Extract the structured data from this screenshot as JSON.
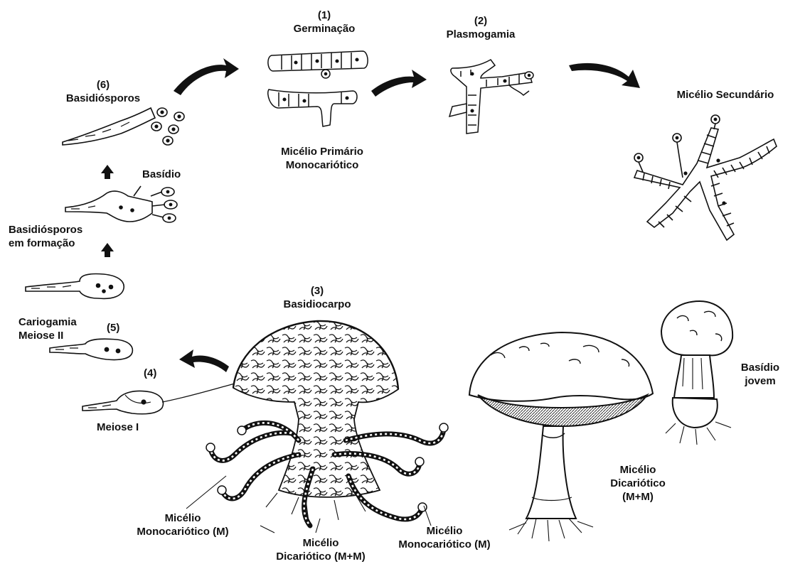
{
  "colors": {
    "ink": "#111111",
    "paper": "#ffffff"
  },
  "labels": {
    "germination_num": "(1)",
    "germination": "Germinação",
    "plasmogamy_num": "(2)",
    "plasmogamy": "Plasmogamia",
    "basidiospores_num": "(6)",
    "basidiospores": "Basidiósporos",
    "primary_mycelium_1": "Micélio Primário",
    "primary_mycelium_2": "Monocariótico",
    "secondary_mycelium": "Micélio Secundário",
    "basidium": "Basídio",
    "spores_forming_1": "Basidiósporos",
    "spores_forming_2": "em formação",
    "basidiocarp_num": "(3)",
    "basidiocarp": "Basidiocarpo",
    "karyogamy": "Cariogamia",
    "meiosis2": "Meiose II",
    "step5": "(5)",
    "step4": "(4)",
    "meiosis1": "Meiose I",
    "young_basidium_1": "Basídio",
    "young_basidium_2": "jovem",
    "dikaryotic_right_1": "Micélio",
    "dikaryotic_right_2": "Dicariótico",
    "dikaryotic_right_3": "(M+M)",
    "mono_left_1": "Micélio",
    "mono_left_2": "Monocariótico (M)",
    "dikaryotic_center_1": "Micélio",
    "dikaryotic_center_2": "Dicariótico (M+M)",
    "mono_right_1": "Micélio",
    "mono_right_2": "Monocariótico (M)"
  }
}
